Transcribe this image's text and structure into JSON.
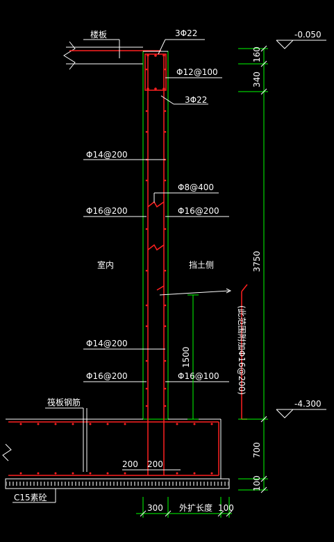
{
  "annotations": {
    "floor_slab": "楼板",
    "top_bars": "3Φ22",
    "stirrup_top": "Φ12@100",
    "bottom_bars_top": "3Φ22",
    "vertical_14_upper": "Φ14@200",
    "tie_bars": "Φ8@400",
    "inner_16": "Φ16@200",
    "outer_16_upper": "Φ16@200",
    "indoor": "室内",
    "soil_side": "挡土侧",
    "vertical_14_lower": "Φ14@200",
    "inner_16_lower": "Φ16@200",
    "outer_16_lower": "Φ16@100",
    "raft_rebar": "筏板钢筋",
    "added_bars_note": "(此范围附加Φ16@200)",
    "blinding": "C15素砼"
  },
  "dimensions": {
    "elev_top": "-0.050",
    "elev_bottom": "-4.300",
    "d160": "160",
    "d340": "340",
    "d3750": "3750",
    "d1500": "1500",
    "d700": "700",
    "d100_vert": "100",
    "d200_left": "200",
    "d200_right": "200",
    "d300": "300",
    "ext_length": "外扩长度",
    "d100_horiz": "100"
  },
  "colors": {
    "background": "#000000",
    "lines": "#ffffff",
    "dimension": "#00ff00",
    "rebar": "#ff2020"
  }
}
